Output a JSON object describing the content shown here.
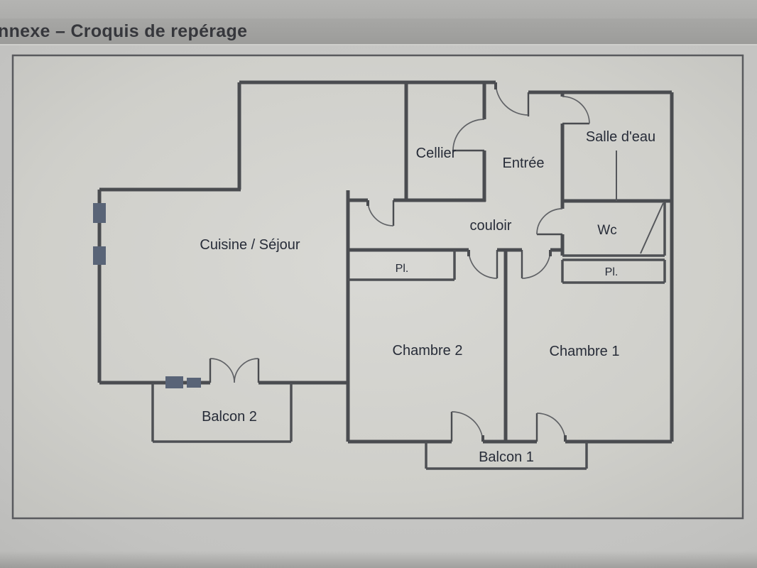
{
  "header": {
    "title": "nnexe – Croquis de repérage"
  },
  "plan": {
    "rooms": {
      "cellier": "Cellier",
      "entree": "Entrée",
      "salle_deau": "Salle d'eau",
      "couloir": "couloir",
      "wc": "Wc",
      "cuisine_sejour": "Cuisine / Séjour",
      "placard_1": "Pl.",
      "placard_2": "Pl.",
      "chambre_2": "Chambre 2",
      "chambre_1": "Chambre 1",
      "balcon_2": "Balcon 2",
      "balcon_1": "Balcon 1"
    },
    "colors": {
      "wall": "#4a4c50",
      "door_arc": "#606266",
      "label": "#272c38",
      "window_symbol": "#596477",
      "frame_border": "#595a5e",
      "header_text": "#36373c"
    }
  }
}
